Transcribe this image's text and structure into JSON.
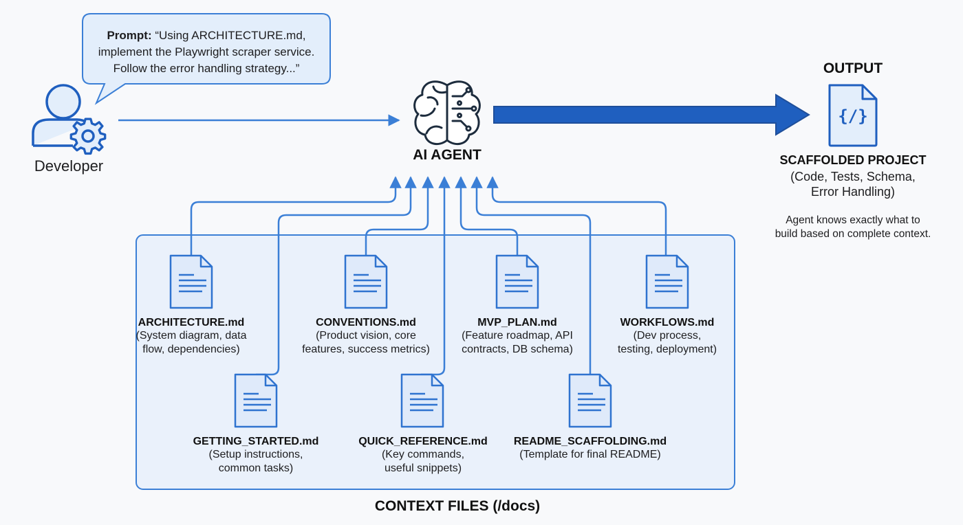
{
  "prompt": {
    "prefix": "Prompt:",
    "text": " “Using ARCHITECTURE.md, implement the Playwright scraper service. Follow the error handling strategy...”"
  },
  "developer": {
    "label": "Developer",
    "icon": "developer-gear-icon"
  },
  "agent": {
    "label": "AI AGENT",
    "icon": "brain-circuit-icon"
  },
  "output": {
    "heading": "OUTPUT",
    "icon": "code-file-icon",
    "code_glyph": "{/}",
    "title": "SCAFFOLDED PROJECT",
    "subtitle_line1": "(Code, Tests, Schema,",
    "subtitle_line2": "Error Handling)",
    "note_line1": "Agent knows exactly what to",
    "note_line2": "build based on complete context."
  },
  "context": {
    "label": "CONTEXT FILES (/docs)",
    "files": [
      {
        "name": "ARCHITECTURE.md",
        "desc_line1": "(System diagram, data",
        "desc_line2": "flow, dependencies)"
      },
      {
        "name": "CONVENTIONS.md",
        "desc_line1": "(Product vision, core",
        "desc_line2": "features, success metrics)"
      },
      {
        "name": "MVP_PLAN.md",
        "desc_line1": "(Feature roadmap, API",
        "desc_line2": "contracts, DB schema)"
      },
      {
        "name": "WORKFLOWS.md",
        "desc_line1": "(Dev process,",
        "desc_line2": "testing, deployment)"
      },
      {
        "name": "GETTING_STARTED.md",
        "desc_line1": "(Setup instructions,",
        "desc_line2": "common tasks)"
      },
      {
        "name": "QUICK_REFERENCE.md",
        "desc_line1": "(Key commands,",
        "desc_line2": "useful snippets)"
      },
      {
        "name": "README_SCAFFOLDING.md",
        "desc_line1": "(Template for final README)",
        "desc_line2": ""
      }
    ]
  },
  "colors": {
    "accent": "#3b7fd6",
    "dark_accent": "#1f5fbf",
    "panel_fill": "#eaf1fb",
    "bubble_fill": "#e3eefb"
  }
}
